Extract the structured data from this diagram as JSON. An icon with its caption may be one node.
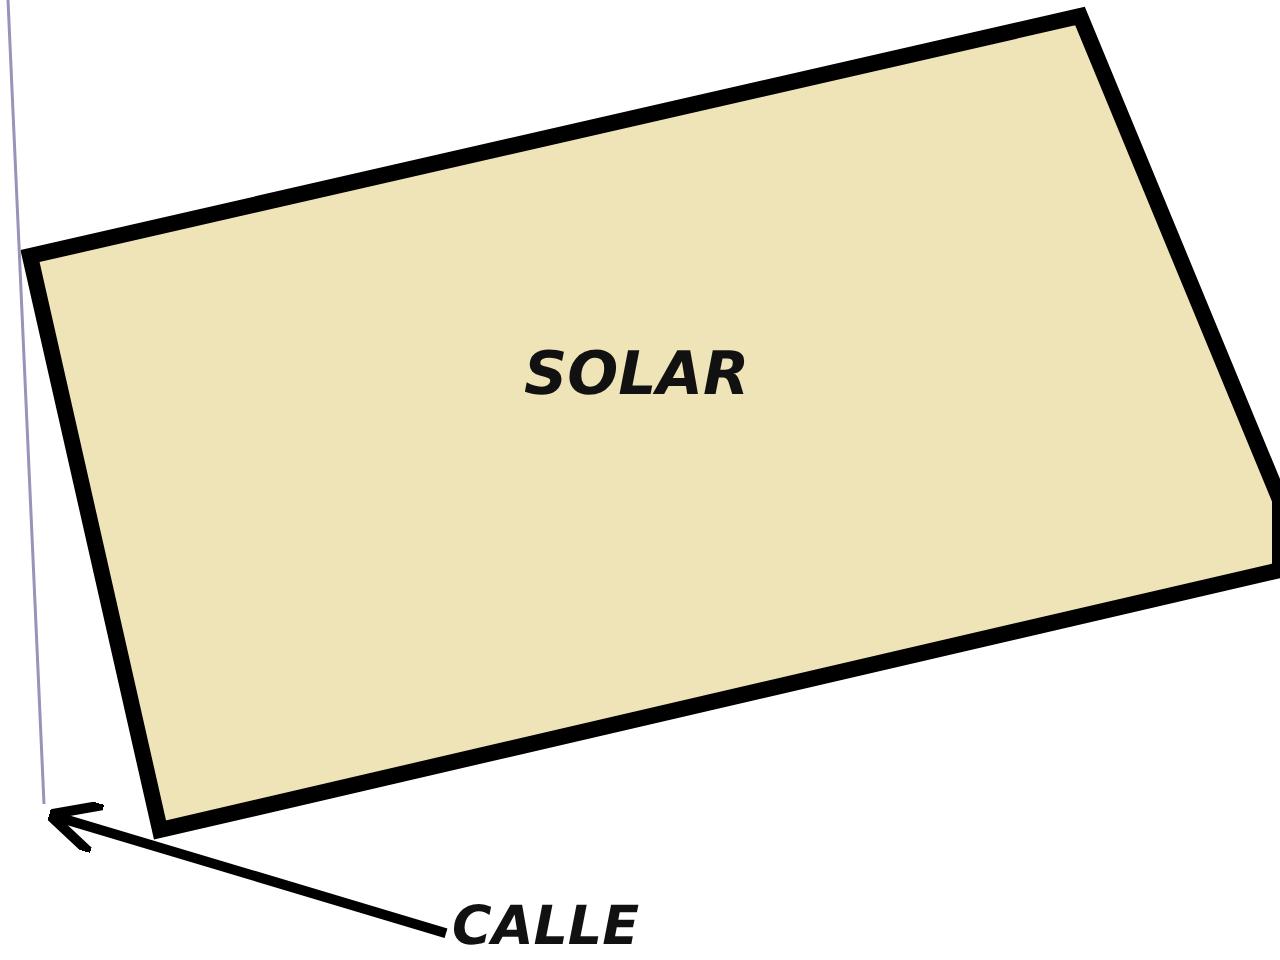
{
  "diagram": {
    "nodes": [
      {
        "text": [
          "SOLAR"
        ]
      },
      {
        "text": [
          "CALLE"
        ]
      },
      {
        "text": [],
        "shape": "line"
      }
    ],
    "edges": [
      {
        "from": 1,
        "to": 2,
        "arrow": "to"
      }
    ]
  }
}
